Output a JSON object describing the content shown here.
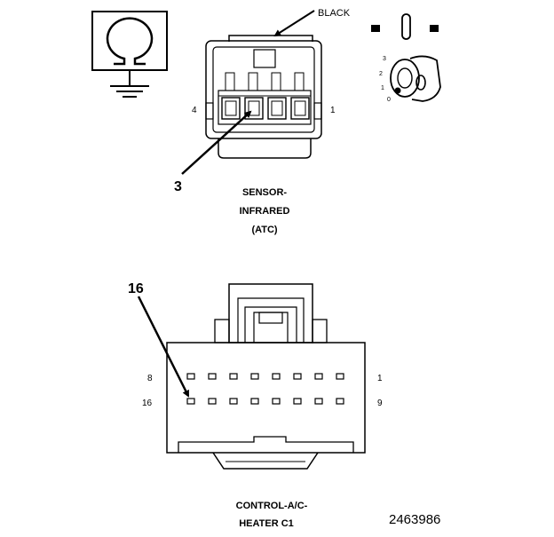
{
  "sensor_connector": {
    "color_label": "BLACK",
    "pin_left": "4",
    "pin_right": "1",
    "callout_pin": "3",
    "caption_line1": "SENSOR-",
    "caption_line2": "INFRARED",
    "caption_line3": "(ATC)"
  },
  "ignition_switch": {
    "positions": [
      "3",
      "2",
      "1",
      "0"
    ]
  },
  "control_connector": {
    "callout_pin": "16",
    "row1_left": "8",
    "row1_right": "1",
    "row2_left": "16",
    "row2_right": "9",
    "caption_line1": "CONTROL-A/C-",
    "caption_line2": "HEATER C1"
  },
  "figure_number": "2463986",
  "icons": {
    "ohmmeter": "ohmmeter-ground-icon",
    "ignition": "ignition-key-icon"
  }
}
